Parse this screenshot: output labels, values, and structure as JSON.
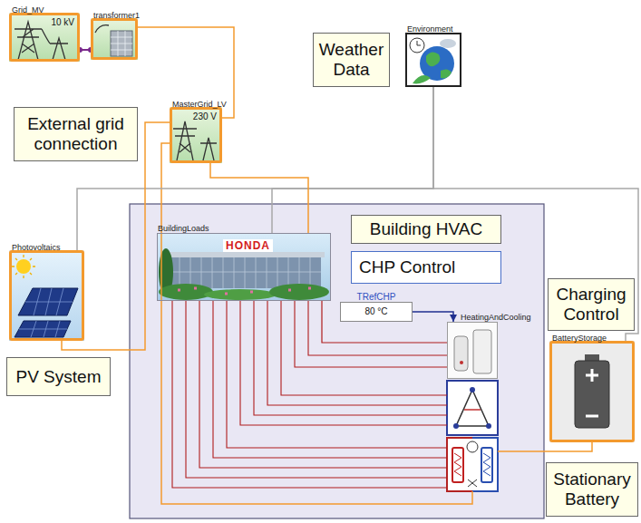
{
  "diagram": {
    "nodes": [
      {
        "text": [
          "Grid_MV",
          "10 kV"
        ]
      },
      {
        "text": [
          "transformer1"
        ]
      },
      {
        "text": [
          "Weather Data"
        ]
      },
      {
        "text": [
          "Environment"
        ]
      },
      {
        "text": [
          "External grid connection"
        ]
      },
      {
        "text": [
          "MasterGrid_LV",
          "230 V"
        ]
      },
      {
        "text": [
          "Building HVAC"
        ]
      },
      {
        "text": [
          "BuildingLoads"
        ],
        "in": 6
      },
      {
        "text": [
          "CHP Control"
        ],
        "in": 6
      },
      {
        "text": [
          "TRefCHP",
          "80 °C"
        ],
        "in": 6
      },
      {
        "text": [
          "HeatingAndCooling"
        ],
        "in": 6
      },
      {
        "text": [
          "Photovoltaics"
        ]
      },
      {
        "text": [
          "PV System"
        ]
      },
      {
        "text": [
          "Charging Control"
        ]
      },
      {
        "text": [
          "BatteryStorage"
        ]
      },
      {
        "text": [
          "Stationary Battery"
        ]
      }
    ],
    "edges": [
      {
        "from": 0,
        "to": 1,
        "arrow": "none"
      },
      {
        "from": 1,
        "to": 5,
        "arrow": "none"
      },
      {
        "from": 3,
        "to": 11,
        "arrow": "none"
      },
      {
        "from": 3,
        "to": 7,
        "arrow": "none"
      },
      {
        "from": 3,
        "to": 14,
        "arrow": "none"
      },
      {
        "from": 5,
        "to": 7,
        "arrow": "none"
      },
      {
        "from": 11,
        "to": 5,
        "arrow": "none"
      },
      {
        "from": 9,
        "to": 10,
        "arrow": "to"
      },
      {
        "from": 7,
        "to": 10,
        "arrow": "none"
      }
    ],
    "labels": [
      "HONDA"
    ]
  }
}
